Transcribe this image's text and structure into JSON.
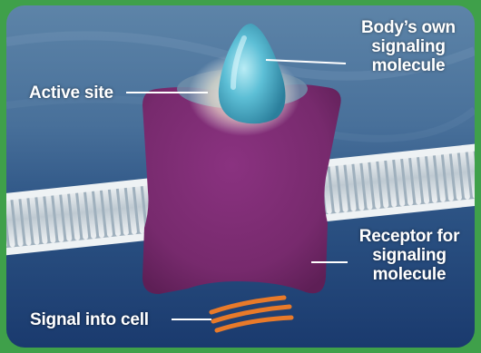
{
  "diagram": {
    "labels": {
      "active_site": "Active site",
      "signaling_molecule": [
        "Body’s own",
        "signaling",
        "molecule"
      ],
      "receptor": [
        "Receptor for",
        "signaling",
        "molecule"
      ],
      "signal_into_cell": "Signal into cell"
    },
    "colors": {
      "frame": "#3fa04a",
      "receptor": "#7a2a6e",
      "molecule": "#4fb6cf",
      "signal_lines": "#e87a2a",
      "membrane": "#d4dde2"
    }
  }
}
